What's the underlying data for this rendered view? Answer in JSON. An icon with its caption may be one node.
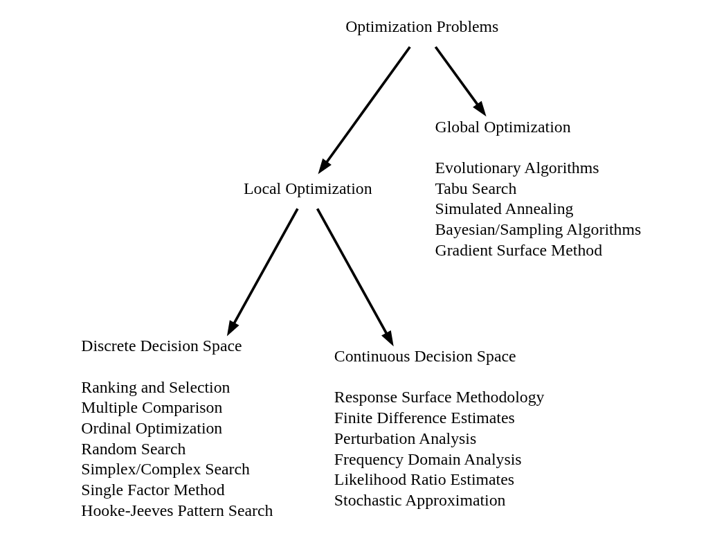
{
  "diagram": {
    "nodes": [
      {
        "text": [
          "Optimization Problems"
        ]
      },
      {
        "text": [
          "Local Optimization"
        ]
      },
      {
        "text": [
          "Global Optimization"
        ],
        "beside": [
          "Evolutionary Algorithms",
          "Tabu Search",
          "Simulated Annealing",
          "Bayesian/Sampling Algorithms",
          "Gradient Surface Method"
        ]
      },
      {
        "text": [
          "Discrete Decision Space"
        ],
        "beside": [
          "Ranking and Selection",
          "Multiple Comparison",
          "Ordinal Optimization",
          "Random Search",
          "Simplex/Complex Search",
          "Single Factor Method",
          "Hooke-Jeeves Pattern Search"
        ]
      },
      {
        "text": [
          "Continuous Decision Space"
        ],
        "beside": [
          "Response Surface Methodology",
          "Finite Difference Estimates",
          "Perturbation Analysis",
          "Frequency Domain Analysis",
          "Likelihood Ratio Estimates",
          "Stochastic Approximation"
        ]
      }
    ],
    "edges": [
      {
        "from": 0,
        "to": 1,
        "arrow": "to"
      },
      {
        "from": 0,
        "to": 2,
        "arrow": "to"
      },
      {
        "from": 1,
        "to": 3,
        "arrow": "to"
      },
      {
        "from": 1,
        "to": 4,
        "arrow": "to"
      }
    ]
  }
}
